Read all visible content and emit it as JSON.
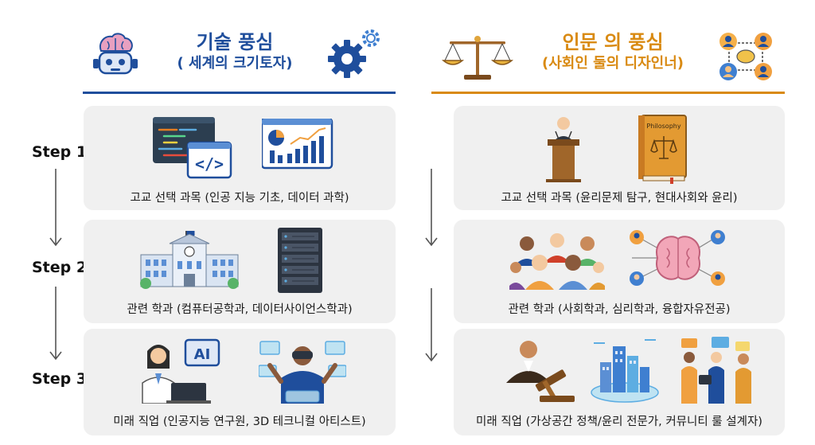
{
  "tech": {
    "title": "기술 풍심",
    "subtitle": "( 세계의 크기토자)",
    "accent": "#1f4e9c"
  },
  "humanities": {
    "title": "인문 의 풍심",
    "subtitle": "(사회인 둘의 디자인너)",
    "accent": "#d98a12",
    "book_label": "Philosophy"
  },
  "steps": [
    "Step 1",
    "Step 2",
    "Step 3"
  ],
  "tech_panels": [
    {
      "caption": "고교 선택 과목 (인공 지능 기초, 데이터 과학)",
      "icon_label": "</>"
    },
    {
      "caption": "관련 학과 (컴퓨터공학과, 데이터사이언스학과)"
    },
    {
      "caption": "미래 직업 (인공지능 연구원, 3D 테크니컬 아티스트)",
      "icon_label": "AI"
    }
  ],
  "humanities_panels": [
    {
      "caption": "고교 선택 과목 (윤리문제 탐구, 현대사회와 윤리)"
    },
    {
      "caption": "관련 학과 (사회학과, 심리학과, 융합자유전공)"
    },
    {
      "caption": "미래 직업 (가상공간 정책/윤리 전문가, 커뮤니티 룰 설계자)"
    }
  ],
  "icons": {
    "tech_header": [
      "brain-robot-icon",
      "gears-icon"
    ],
    "humanities_header": [
      "scales-icon",
      "network-people-icon"
    ],
    "tech_step1": [
      "code-window-icon",
      "analytics-dashboard-icon"
    ],
    "tech_step2": [
      "university-building-icon",
      "server-rack-icon"
    ],
    "tech_step3": [
      "ai-researcher-icon",
      "vr-artist-icon"
    ],
    "hum_step1": [
      "podium-speaker-icon",
      "philosophy-book-icon"
    ],
    "hum_step2": [
      "people-group-icon",
      "brain-network-icon"
    ],
    "hum_step3": [
      "judge-gavel-icon",
      "virtual-city-icon",
      "team-meeting-icon"
    ]
  }
}
